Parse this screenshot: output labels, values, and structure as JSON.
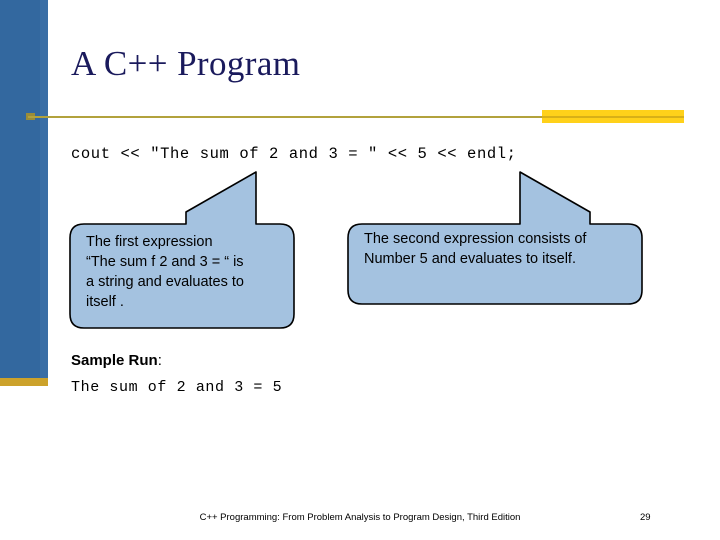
{
  "slide": {
    "title": "A C++ Program",
    "page_number": "29",
    "footer": "C++ Programming: From Problem Analysis to Program Design, Third Edition",
    "code_line": "cout << \"The sum of 2 and 3 = \" << 5 << endl;",
    "sample_run": {
      "label": "Sample Run",
      "colon": ":",
      "output": "The sum of 2 and 3 = 5"
    },
    "callouts": [
      {
        "id": "callout-1",
        "text": "The first expression\n“The sum f 2 and 3 = “ is\na string and evaluates to\nitself ."
      },
      {
        "id": "callout-2",
        "text": "The second expression consists of\nNumber 5 and evaluates to itself."
      }
    ]
  },
  "colors": {
    "sidebar_blue": "#33689f",
    "sidebar_gold": "#cca22b",
    "rule_olive": "#b2a23c",
    "rule_yellow": "#ffd11a",
    "title_navy": "#1a1a5c",
    "callout_fill": "#a4c2e0",
    "callout_stroke": "#000000"
  }
}
